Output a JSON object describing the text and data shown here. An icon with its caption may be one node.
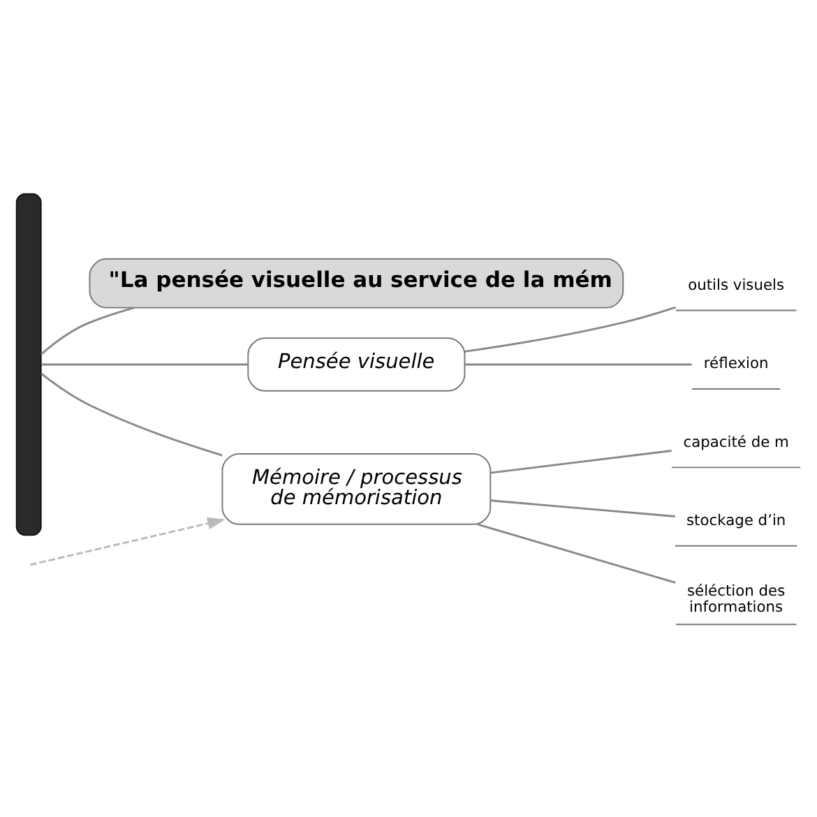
{
  "diagram": {
    "nodes": [
      {
        "text": [],
        "shape": "bar"
      },
      {
        "text": [
          "\"La pensée visuelle au service de la mém"
        ]
      },
      {
        "text": [
          "Pensée visuelle"
        ]
      },
      {
        "text": [
          "outils visuels"
        ]
      },
      {
        "text": [
          "réflexion"
        ]
      },
      {
        "text": [
          "Mémoire / processus de mémorisation"
        ]
      },
      {
        "text": [
          "capacité de m"
        ]
      },
      {
        "text": [
          "stockage d’in"
        ]
      },
      {
        "text": [
          "séléction des informations"
        ]
      }
    ],
    "edges": [
      {
        "from": 0,
        "to": 1,
        "arrow": "none"
      },
      {
        "from": 0,
        "to": 2,
        "arrow": "none"
      },
      {
        "from": 0,
        "to": 5,
        "arrow": "none"
      },
      {
        "from": 2,
        "to": 3,
        "arrow": "none"
      },
      {
        "from": 2,
        "to": 4,
        "arrow": "none"
      },
      {
        "from": 5,
        "to": 6,
        "arrow": "none"
      },
      {
        "from": 5,
        "to": 7,
        "arrow": "none"
      },
      {
        "from": 5,
        "to": 8,
        "arrow": "none"
      },
      {
        "from": null,
        "to": 5,
        "arrow": "to",
        "style": "dashed",
        "color": "#bbbbbb"
      }
    ]
  }
}
